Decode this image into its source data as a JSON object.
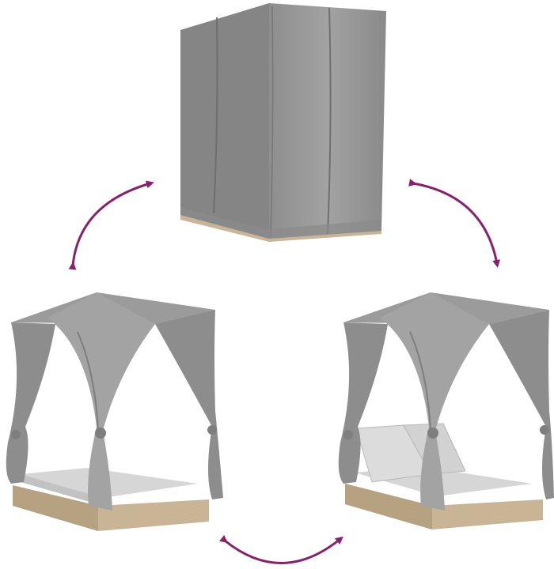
{
  "scene": {
    "views": [
      {
        "name": "closed"
      },
      {
        "name": "open-flat"
      },
      {
        "name": "open-reclined"
      }
    ],
    "arrows": [
      {
        "name": "arrow-top-left"
      },
      {
        "name": "arrow-top-right"
      },
      {
        "name": "arrow-bottom"
      }
    ]
  },
  "colors": {
    "background": "#ffffff",
    "fabric": "#9a9a9a",
    "fabric_dark": "#7c7c7c",
    "fabric_light": "#b4b4b4",
    "wicker": "#c9b596",
    "wicker_dark": "#a89374",
    "cushion": "#d8d8d8",
    "arrow": "#8a1f6e"
  }
}
